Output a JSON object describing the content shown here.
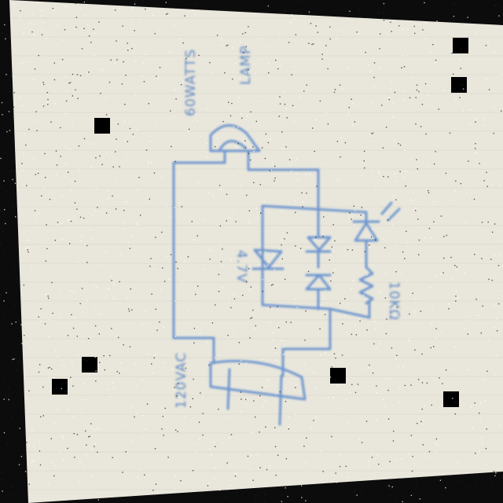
{
  "labels": {
    "wattage": "60WATTS",
    "lamp": "LAMP",
    "diode_note": "4.7V",
    "resistor": "10KΩ",
    "supply": "120VAC"
  },
  "colors": {
    "paper": "#e9e7dc",
    "ink": "#6d95cf",
    "background": "#0c0c0c"
  }
}
